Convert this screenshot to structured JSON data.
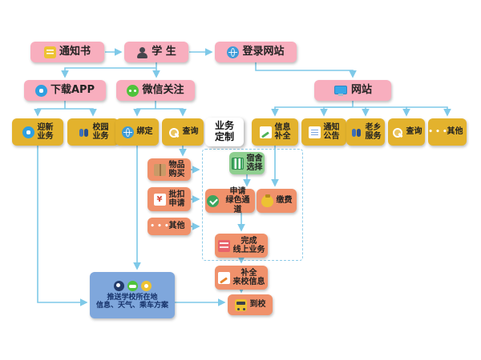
{
  "colors": {
    "pink": "#F8AEBE",
    "gold": "#E3B22D",
    "orange": "#F0916B",
    "green": "#8FCF90",
    "blue_box": "#7FA7DC",
    "arrow": "#7EC9E8",
    "dashed_border": "#8FCBE8",
    "push_text": "#17336B"
  },
  "nodes": {
    "notice": {
      "label": "通知书",
      "icon": "document-icon"
    },
    "student": {
      "label": "学 生",
      "icon": "student-icon"
    },
    "login_site": {
      "label": "登录网站",
      "icon": "globe-icon"
    },
    "download_app": {
      "label": "下载APP",
      "icon": "app-icon"
    },
    "wechat_follow": {
      "label": "微信关注",
      "icon": "wechat-icon"
    },
    "website": {
      "label": "网站",
      "icon": "monitor-icon"
    },
    "welcome_biz": {
      "label": "迎新\n业务",
      "icon": "welcome-service-icon"
    },
    "campus_biz": {
      "label": "校园\n业务",
      "icon": "campus-people-icon"
    },
    "bind": {
      "label": "绑定",
      "icon": "bind-globe-icon"
    },
    "query_wechat": {
      "label": "查询",
      "icon": "search-icon"
    },
    "biz_custom": {
      "label": "业务\n定制"
    },
    "info_complete": {
      "label": "信息\n补全",
      "icon": "form-pencil-icon"
    },
    "notice_board": {
      "label": "通知\n公告",
      "icon": "announcement-icon"
    },
    "hometown": {
      "label": "老乡\n服务",
      "icon": "people-icon"
    },
    "query_web": {
      "label": "查询",
      "icon": "search-icon"
    },
    "other_web": {
      "label": "其他",
      "icon": "ellipsis-icon"
    },
    "item_purchase": {
      "label": "物品\n购买",
      "icon": "package-icon"
    },
    "batch_apply": {
      "label": "批扣\n申请",
      "icon": "yuan-icon"
    },
    "other_app": {
      "label": "其他",
      "icon": "ellipsis-icon"
    },
    "dorm_select": {
      "label": "宿舍\n选择",
      "icon": "dorm-stripes-icon"
    },
    "green_channel": {
      "label": "申请\n绿色通道",
      "icon": "green-check-icon"
    },
    "pay": {
      "label": "缴费",
      "icon": "moneybag-icon"
    },
    "finish_online": {
      "label": "完成\n线上业务",
      "icon": "done-card-icon"
    },
    "fill_arrival": {
      "label": "补全\n来校信息",
      "icon": "pencil-icon"
    },
    "arrive": {
      "label": "到校",
      "icon": "school-bus-icon"
    },
    "push_info": {
      "label": "推送学校所在地\n信息、天气、乘车方案",
      "icons": [
        "weather-icon",
        "cloud-icon",
        "sun-icon"
      ]
    }
  }
}
